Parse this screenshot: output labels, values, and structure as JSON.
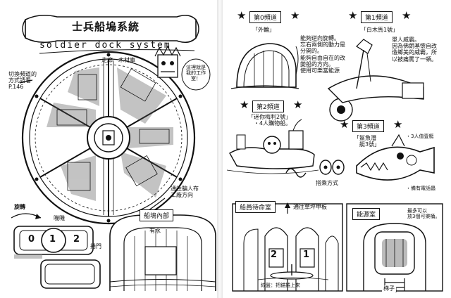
{
  "left_page": {
    "title": "士兵船塢系統",
    "subtitle_en": "soldier dock system",
    "label_corridor": "走廊",
    "label_wood": "木材庫",
    "switch_note": [
      "切換頻道的",
      "方式請看",
      "P.146"
    ],
    "speech_bubble": [
      "這裡就是",
      "我的工作",
      "室！"
    ],
    "route_note": [
      "通往騙人布",
      "工廠方向"
    ],
    "label_rotate": "旋轉",
    "sound_effect": "嘰嘰",
    "label_door": "捲門",
    "dial_digits": [
      "0",
      "1",
      "2"
    ],
    "dock_interior_label": "船塢內部",
    "water_label": "有水"
  },
  "right_page": {
    "channel0": {
      "title": "第0頻道",
      "name": "「外輪」",
      "features": [
        "能夠逆向旋轉。",
        "忘右兩側的動力是分開的。",
        "能夠自由自在的改變船的方向。",
        "使用可樂當能源"
      ]
    },
    "channel1": {
      "title": "第1頻道",
      "name": "「白木馬1號」",
      "features": [
        "單人威霸。",
        "因為佛朗基懷自改造鄉美的威霸，所以被痛罵了一頓。"
      ]
    },
    "channel2": {
      "title": "第2頻道",
      "name": [
        "「迷你梅利2號」",
        "・4人購物船。"
      ]
    },
    "channel3": {
      "title": "第3頻道",
      "name": [
        "「鯊魚潛",
        "艇3號」"
      ],
      "note_crew": "・3人值壹艇",
      "note_gun": "・備有電話蟲"
    },
    "boarding_label": "搭乘方式",
    "crew_room": {
      "title": "船員待命室",
      "to_lawn": "通往草坪甲板",
      "winch_note": "絞盤：把錨捲上來"
    },
    "energy_room": {
      "title": "能源室",
      "note": [
        "最多可以",
        "放3個可樂桶。"
      ]
    },
    "ladder_label": "梯子",
    "dial_digits": [
      "2",
      "1"
    ]
  }
}
